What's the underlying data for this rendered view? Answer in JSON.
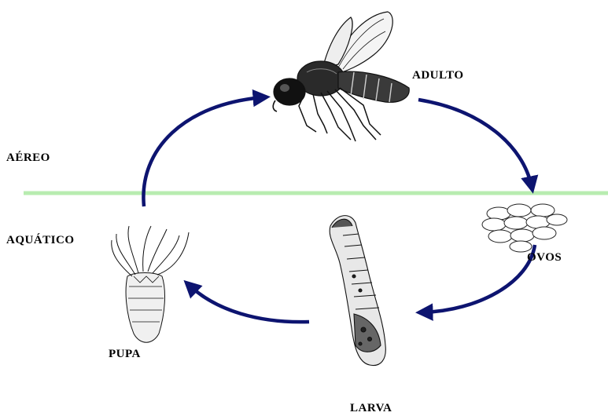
{
  "labels": {
    "adult": "ADULTO",
    "air_zone": "AÉREO",
    "water_zone": "AQUÁTICO",
    "eggs": "OVOS",
    "pupa": "PUPA",
    "larva": "LARVA"
  },
  "colors": {
    "arrow": "#0d1470",
    "water_line": "#b8ecb0",
    "ink": "#111111"
  },
  "icons": [
    "fly-adult-illustration",
    "eggs-cluster-illustration",
    "larva-illustration",
    "pupa-illustration"
  ]
}
